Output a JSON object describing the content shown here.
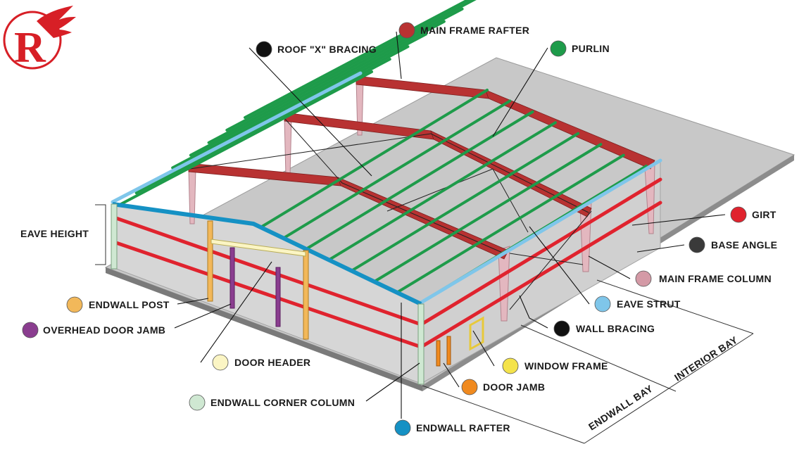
{
  "colors": {
    "black": "#111111",
    "main_frame_rafter": "#b83232",
    "purlin": "#1e9b4a",
    "girt": "#e0232e",
    "base_angle": "#3a3a3a",
    "main_frame_column": "#d49aa6",
    "eave_strut": "#7fc6ea",
    "window_frame": "#f4e34b",
    "door_jamb": "#f08a1f",
    "endwall_rafter": "#1591c4",
    "endwall_post": "#f2b85a",
    "overhead_door_jamb": "#8a3d8f",
    "door_header": "#fbf5c4",
    "endwall_corner_column": "#cfe8d2"
  },
  "logo": {
    "letter": "R"
  },
  "labels": {
    "roof_x_bracing": "ROOF \"X\" BRACING",
    "main_frame_rafter": "MAIN FRAME RAFTER",
    "purlin": "PURLIN",
    "girt": "GIRT",
    "base_angle": "BASE ANGLE",
    "main_frame_column": "MAIN FRAME COLUMN",
    "eave_strut": "EAVE STRUT",
    "wall_bracing": "WALL BRACING",
    "window_frame": "WINDOW FRAME",
    "door_jamb": "DOOR JAMB",
    "endwall_rafter": "ENDWALL RAFTER",
    "endwall_corner_column": "ENDWALL CORNER COLUMN",
    "door_header": "DOOR HEADER",
    "overhead_door_jamb": "OVERHEAD DOOR JAMB",
    "endwall_post": "ENDWALL POST",
    "eave_height": "EAVE HEIGHT"
  },
  "dimensions": {
    "interior_bay": "INTERIOR BAY",
    "endwall_bay": "ENDWALL BAY"
  }
}
